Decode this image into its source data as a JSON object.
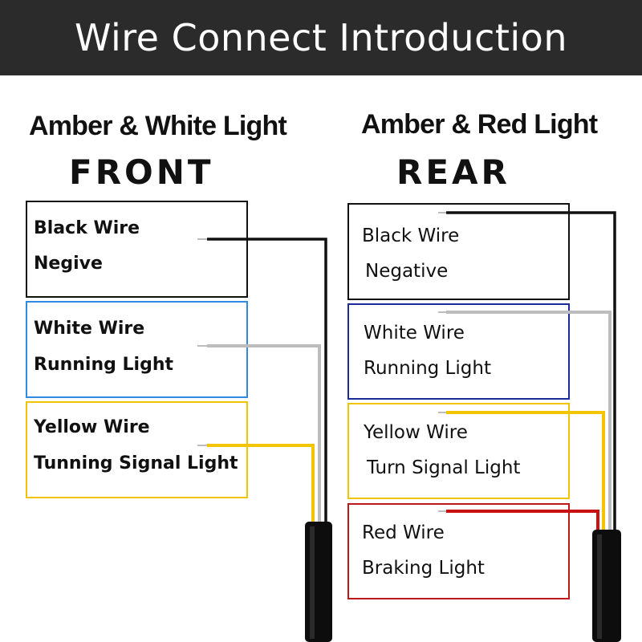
{
  "header": {
    "title": "Wire Connect Introduction"
  },
  "front": {
    "title": "Amber & White Light",
    "subtitle": "FRONT",
    "boxes": [
      {
        "wire": "Black Wire",
        "function": "Negive",
        "color": "#111111",
        "wire_color": "#111111"
      },
      {
        "wire": "White Wire",
        "function": "Running Light",
        "color": "#2f8ae0",
        "wire_color": "#c8c8c8"
      },
      {
        "wire": "Yellow Wire",
        "function": "Tunning Signal Light",
        "color": "#f0c400",
        "wire_color": "#f2c500"
      }
    ]
  },
  "rear": {
    "title": "Amber & Red Light",
    "subtitle": "REAR",
    "boxes": [
      {
        "wire": "Black Wire",
        "function": "Negative",
        "color": "#111111",
        "wire_color": "#111111"
      },
      {
        "wire": "White Wire",
        "function": "Running Light",
        "color": "#1c2a9a",
        "wire_color": "#c8c8c8"
      },
      {
        "wire": "Yellow Wire",
        "function": "Turn Signal Light",
        "color": "#f0c400",
        "wire_color": "#f2c500"
      },
      {
        "wire": "Red Wire",
        "function": "Braking Light",
        "color": "#c01818",
        "wire_color": "#c81212"
      }
    ]
  }
}
